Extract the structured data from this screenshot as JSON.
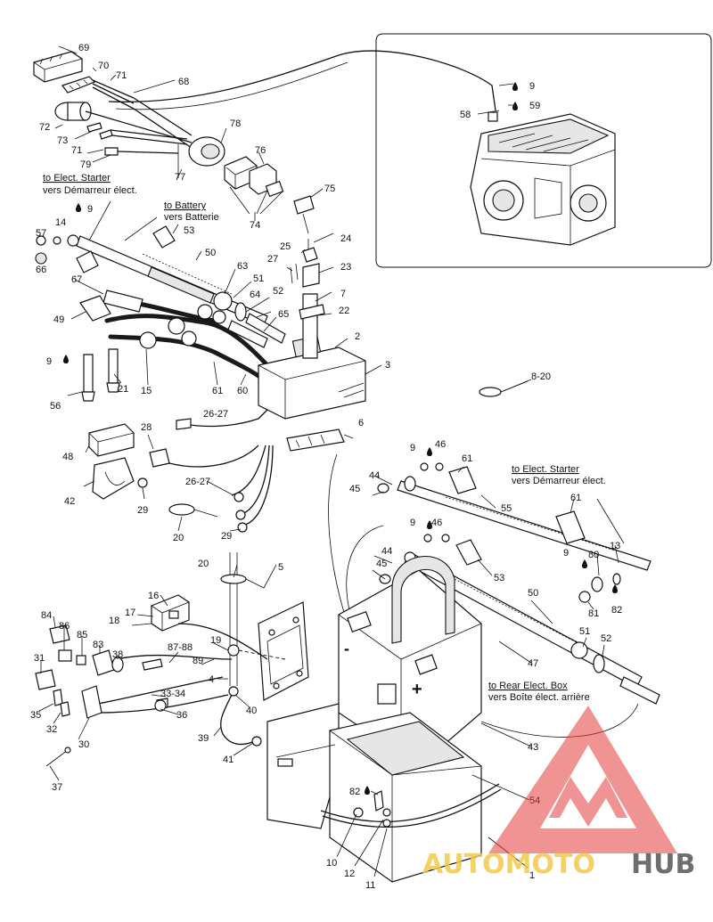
{
  "diagram": {
    "callouts": [
      "69",
      "70",
      "71",
      "68",
      "72",
      "73",
      "71",
      "79",
      "78",
      "77",
      "76",
      "74",
      "75",
      "9",
      "58",
      "59",
      "57",
      "14",
      "9",
      "66",
      "53",
      "50",
      "63",
      "51",
      "64",
      "52",
      "65",
      "27",
      "25",
      "24",
      "23",
      "7",
      "22",
      "2",
      "3",
      "67",
      "49",
      "9",
      "56",
      "21",
      "15",
      "61",
      "60",
      "8-20",
      "48",
      "28",
      "26-27",
      "42",
      "29",
      "20",
      "26-27",
      "29",
      "6",
      "9",
      "46",
      "61",
      "44",
      "45",
      "55",
      "9",
      "46",
      "44",
      "45",
      "53",
      "61",
      "9",
      "80",
      "13",
      "81",
      "82",
      "50",
      "51",
      "52",
      "47",
      "43",
      "54",
      "5",
      "20",
      "16",
      "17",
      "18",
      "84",
      "86",
      "85",
      "83",
      "38",
      "87-88",
      "89",
      "19",
      "4",
      "40",
      "31",
      "33-34",
      "35",
      "32",
      "36",
      "30",
      "37",
      "39",
      "41",
      "82",
      "10",
      "12",
      "11",
      "1"
    ],
    "destinations": {
      "starter_top_en": "to Elect. Starter",
      "starter_top_fr": "vers Démarreur élect.",
      "battery_en": "to Battery",
      "battery_fr": "vers Batterie",
      "starter_right_en": "to Elect. Starter",
      "starter_right_fr": "vers Démarreur élect.",
      "rear_box_en": "to Rear Elect. Box",
      "rear_box_fr": "vers Boîte élect. arrière"
    },
    "battery_marks": {
      "negative": "-",
      "positive": "+"
    },
    "loctite_icon": "drop-icon"
  },
  "watermark": {
    "brand_part1": "AUTOMOTO",
    "brand_part2": "HUB",
    "colors": {
      "triangle": "#e23a3a",
      "part1": "#f2c94c",
      "part2": "#555555"
    }
  }
}
